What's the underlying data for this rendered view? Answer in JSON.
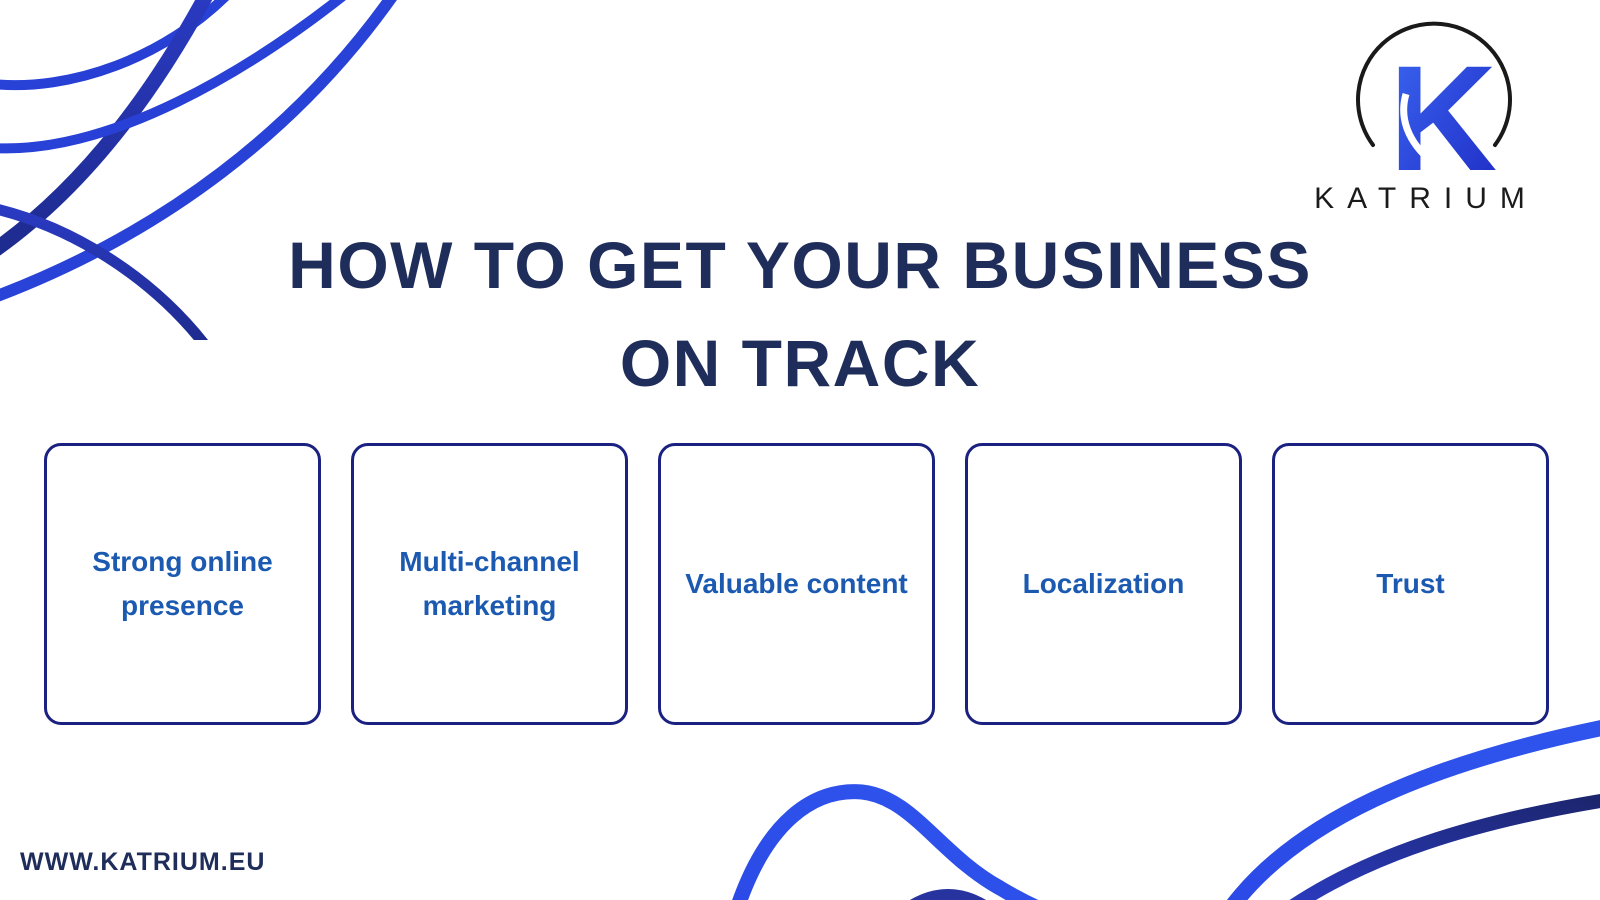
{
  "title": {
    "line1": "HOW TO GET YOUR BUSINESS",
    "line2": "ON TRACK"
  },
  "logo": {
    "letter": "K",
    "brand": "KATRIUM"
  },
  "cards": [
    {
      "label": "Strong online presence"
    },
    {
      "label": "Multi-channel marketing"
    },
    {
      "label": "Valuable content"
    },
    {
      "label": "Localization"
    },
    {
      "label": "Trust"
    }
  ],
  "footer": {
    "website": "WWW.KATRIUM.EU"
  },
  "colors": {
    "background": "#FFFFFF",
    "title_navy": "#1F2D5A",
    "card_border": "#1B2180",
    "card_text": "#1B5AB0",
    "footer_text": "#1F2D5A",
    "curve_bright_blue": "#2B49E6",
    "curve_dark_blue": "#2332A8",
    "logo_circle": "#1A1A1A",
    "logo_k_gradient_start": "#3B66F2",
    "logo_k_gradient_end": "#1F2CC4",
    "logo_wordmark": "#1B1B1B"
  }
}
